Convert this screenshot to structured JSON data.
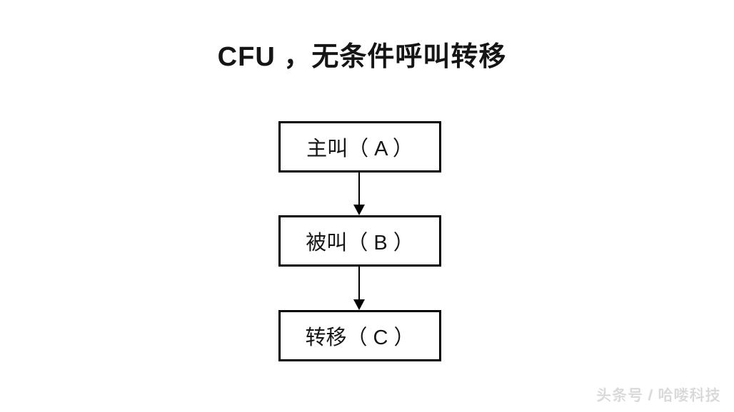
{
  "title": "CFU ，无条件呼叫转移",
  "flow": {
    "nodes": [
      {
        "id": "A",
        "label": "主叫（ A ）"
      },
      {
        "id": "B",
        "label": "被叫（ B ）"
      },
      {
        "id": "C",
        "label": "转移（ C ）"
      }
    ],
    "connections": [
      {
        "from": "A",
        "to": "B",
        "direction": "down"
      },
      {
        "from": "B",
        "to": "C",
        "direction": "down"
      }
    ]
  },
  "watermark": "头条号 / 哈喽科技",
  "colors": {
    "background": "#ffffff",
    "stroke": "#000000",
    "text": "#161616",
    "watermark": "#d6d6d6"
  }
}
